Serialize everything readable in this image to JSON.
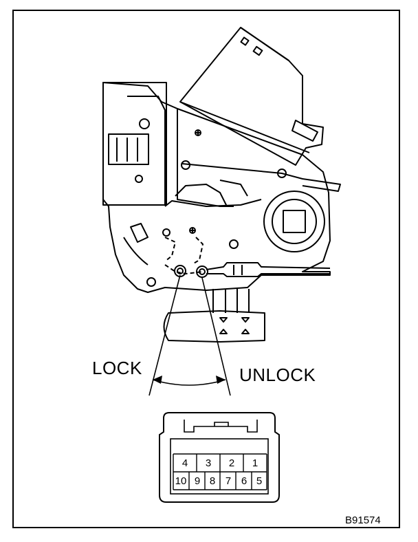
{
  "labels": {
    "lock": "LOCK",
    "unlock": "UNLOCK"
  },
  "figure_code": "B91574",
  "connector": {
    "top_row": [
      "4",
      "3",
      "2",
      "1"
    ],
    "bottom_row": [
      "10",
      "9",
      "8",
      "7",
      "6",
      "5"
    ]
  },
  "colors": {
    "line": "#000000",
    "background": "#ffffff"
  }
}
